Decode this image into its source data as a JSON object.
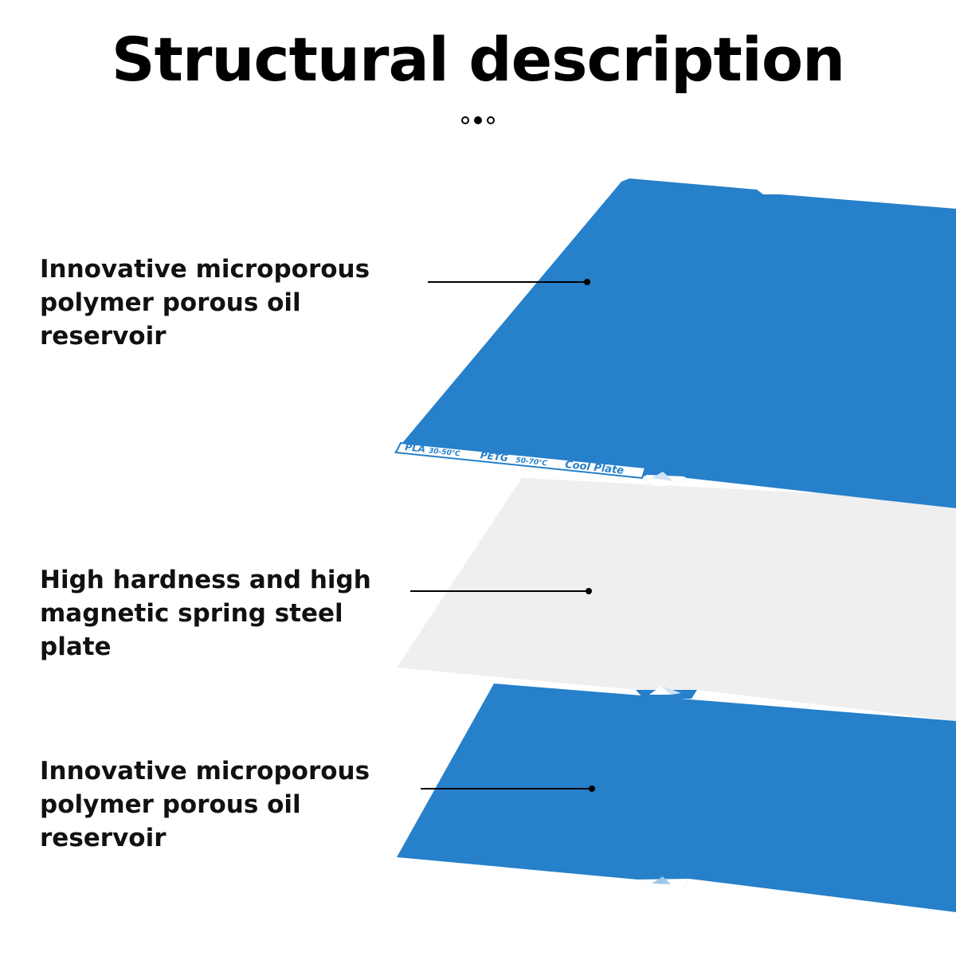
{
  "title": "Structural description",
  "pager": {
    "dots": [
      "inactive",
      "active",
      "inactive"
    ]
  },
  "layers": [
    {
      "label": "Innovative microporous polymer porous oil reservoir",
      "color": "#2680ca"
    },
    {
      "label": "High hardness and high magnetic spring steel plate",
      "color": "#f0f0f0"
    },
    {
      "label": "Innovative microporous polymer porous oil reservoir",
      "color": "#2680ca"
    }
  ],
  "plate_marking": {
    "pla": "PLA",
    "pla_temp": "30-50℃",
    "petg": "PETG",
    "petg_temp": "50-70℃",
    "name": "Cool Plate"
  }
}
